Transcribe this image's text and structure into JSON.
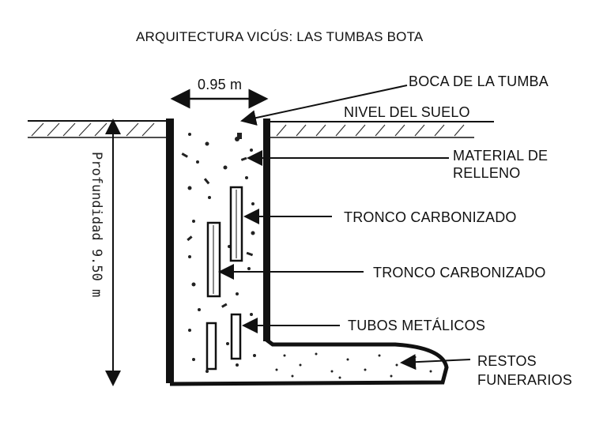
{
  "diagram": {
    "title": "ARQUITECTURA VICÚS: LAS TUMBAS BOTA",
    "width_label": "0.95 m",
    "depth_label": "Profundidad 9.50 m",
    "labels": {
      "boca": "BOCA DE LA TUMBA",
      "nivel": "NIVEL DEL SUELO",
      "material_1": "MATERIAL DE",
      "material_2": "RELLENO",
      "tronco_1": "TRONCO CARBONIZADO",
      "tronco_2": "TRONCO CARBONIZADO",
      "tubos": "TUBOS METÁLICOS",
      "restos_1": "RESTOS",
      "restos_2": "FUNERARIOS"
    },
    "colors": {
      "ink": "#111111",
      "fill": "#ffffff",
      "hatch": "#222222"
    }
  }
}
